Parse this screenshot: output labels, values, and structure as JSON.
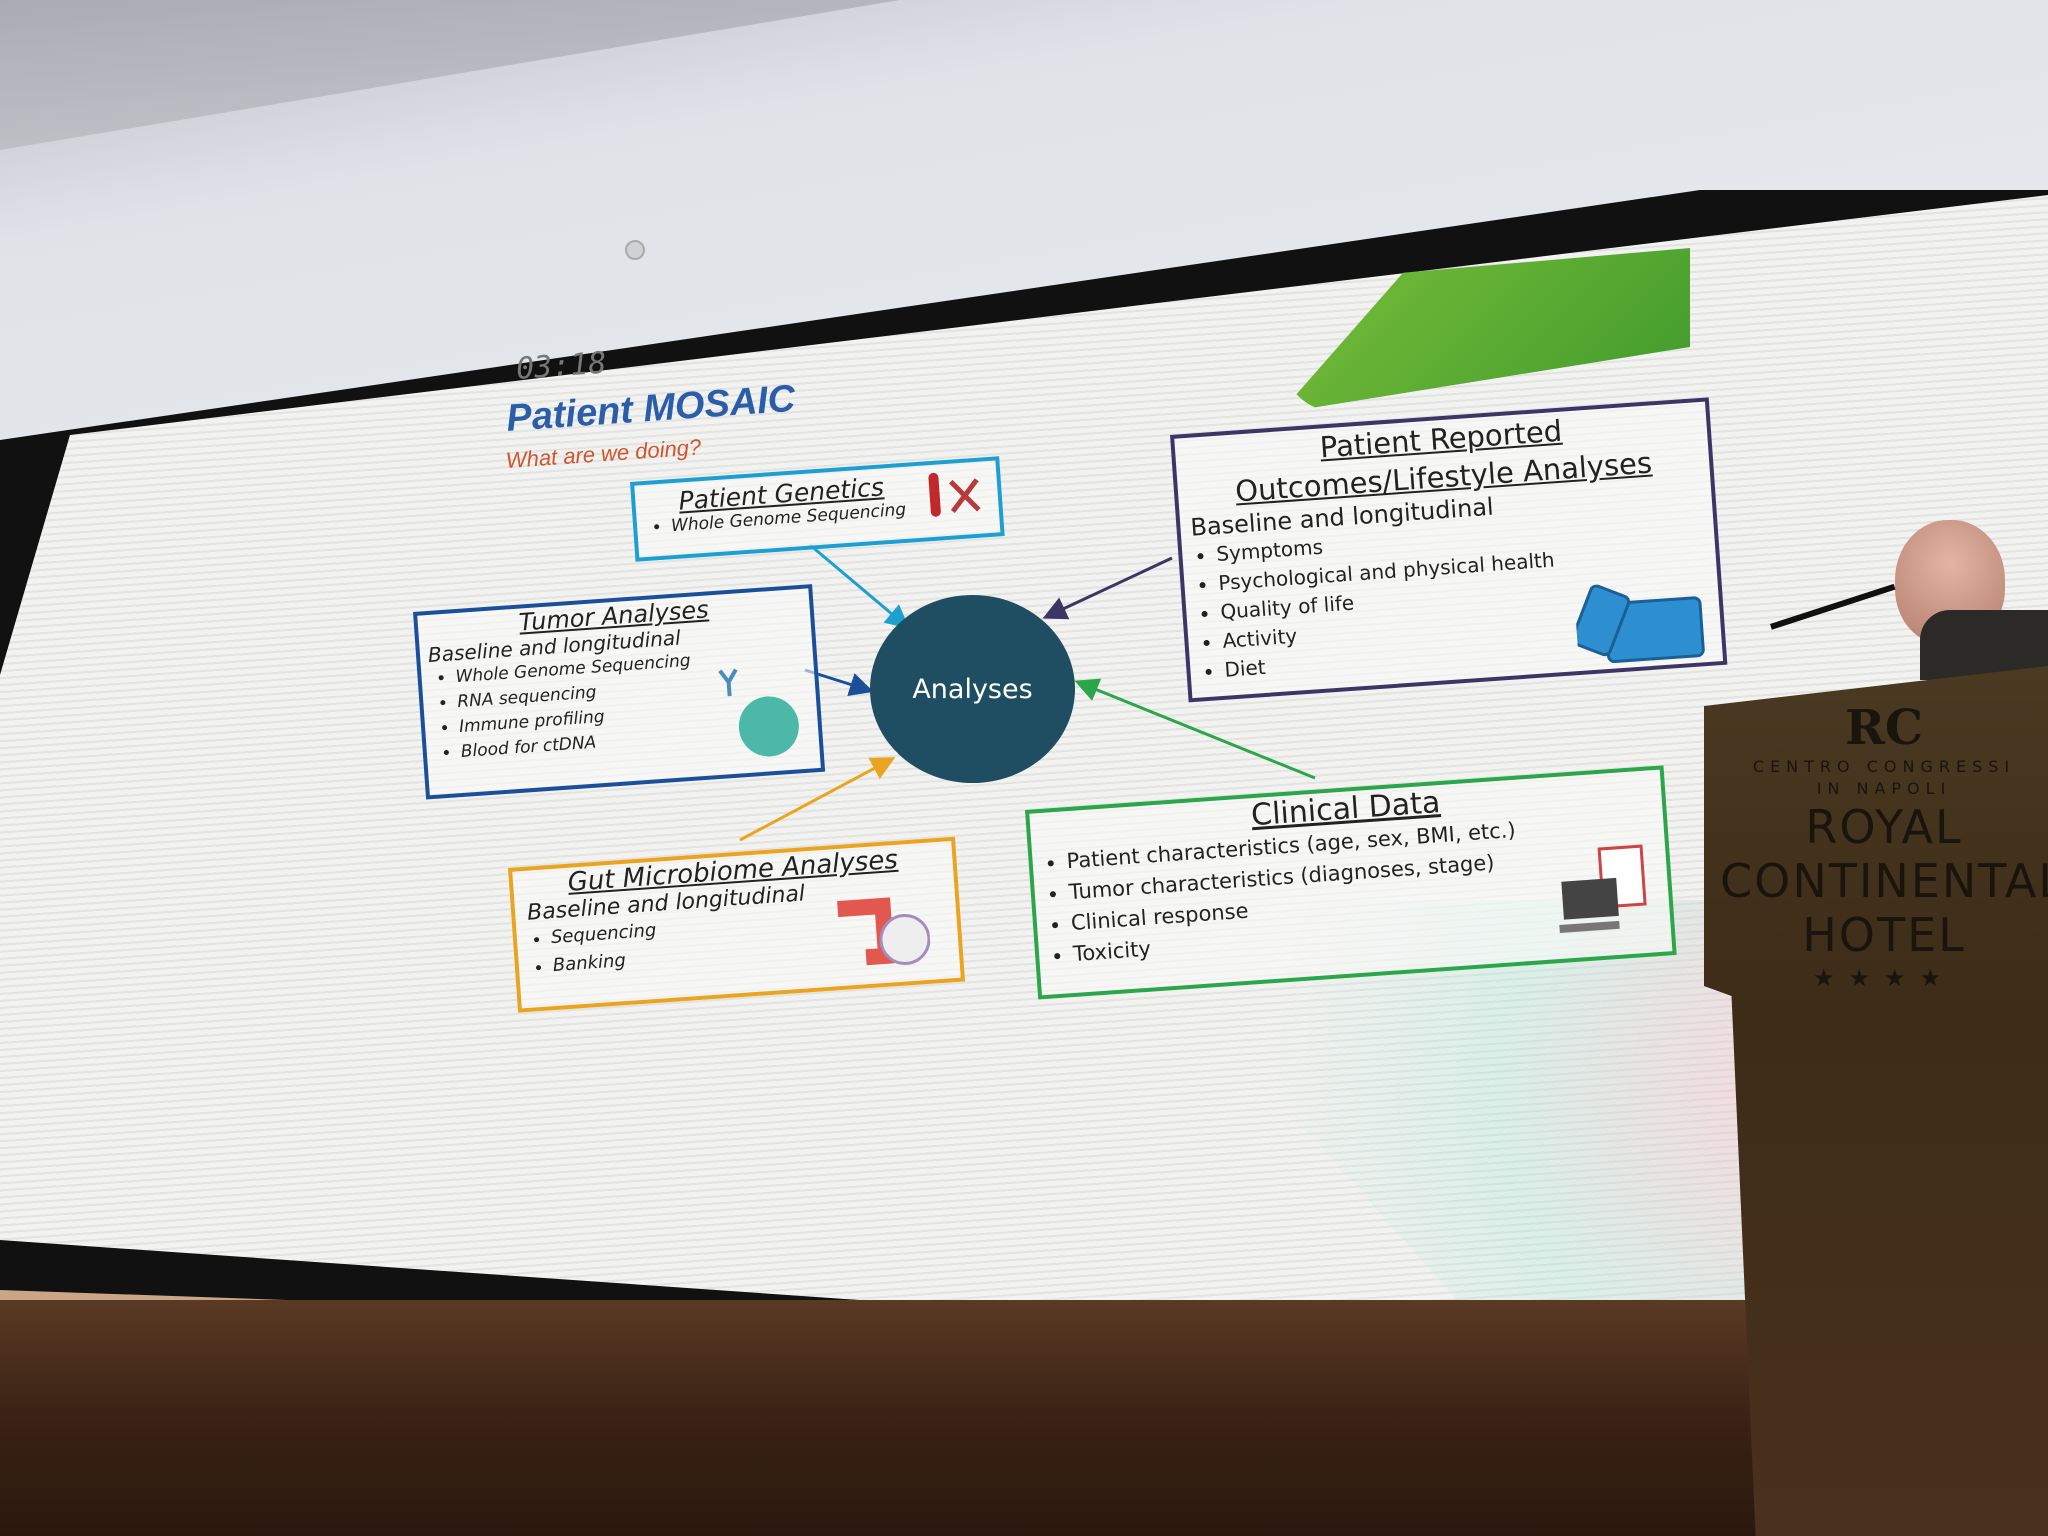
{
  "slide": {
    "timer": "03:18",
    "title": "Patient MOSAIC",
    "subtitle": "What are we doing?",
    "center": "Analyses",
    "genetics": {
      "title": "Patient Genetics",
      "items": [
        "Whole Genome Sequencing"
      ]
    },
    "tumor": {
      "title": "Tumor Analyses",
      "subtitle": "Baseline and longitudinal",
      "items": [
        "Whole Genome Sequencing",
        "RNA sequencing",
        "Immune profiling",
        "Blood for ctDNA"
      ]
    },
    "gut": {
      "title": "Gut Microbiome Analyses",
      "subtitle": "Baseline and longitudinal",
      "items": [
        "Sequencing",
        "Banking"
      ]
    },
    "clinical": {
      "title": "Clinical Data",
      "items": [
        "Patient characteristics (age, sex, BMI, etc.)",
        "Tumor characteristics (diagnoses, stage)",
        "Clinical response",
        "Toxicity"
      ]
    },
    "pro": {
      "title_line1": "Patient Reported",
      "title_line2": "Outcomes/Lifestyle Analyses",
      "subtitle": "Baseline and longitudinal",
      "items": [
        "Symptoms",
        "Psychological and physical health",
        "Quality of life",
        "Activity",
        "Diet"
      ]
    },
    "colors": {
      "genetics": "#1e9fd1",
      "tumor": "#1c4f9a",
      "gut": "#e9a520",
      "clinical": "#2ba64a",
      "pro": "#3d3566",
      "center": "#1f4e63"
    }
  },
  "podium": {
    "logo": "RC",
    "line1": "CENTRO CONGRESSI",
    "line2": "IN NAPOLI",
    "name1": "ROYAL",
    "name2": "CONTINENTAL",
    "name3": "HOTEL",
    "stars": "★★★★"
  }
}
